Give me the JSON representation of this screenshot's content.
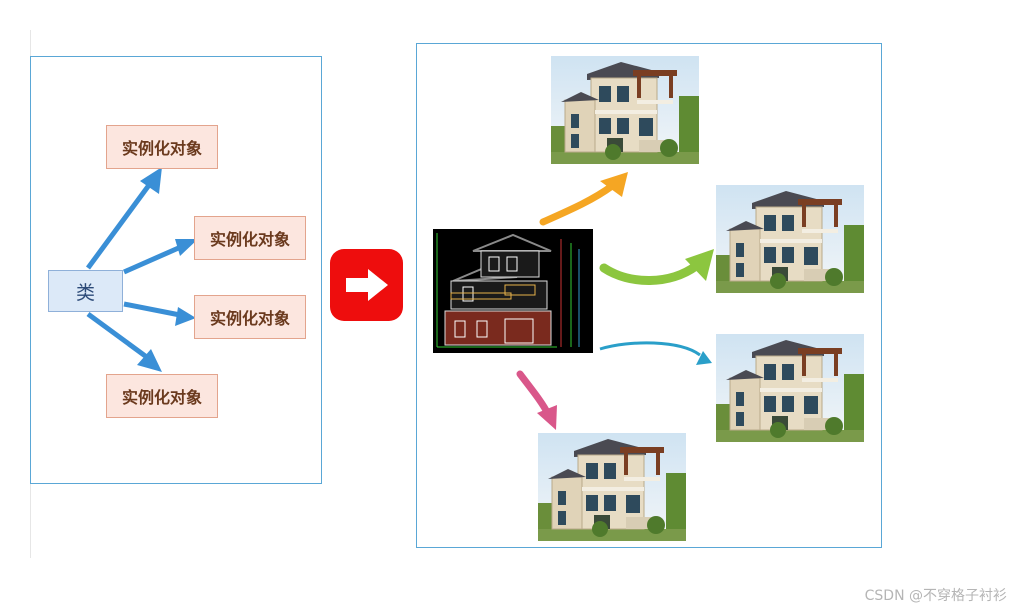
{
  "diagram": {
    "class_label": "类",
    "objects": [
      {
        "label": "实例化对象"
      },
      {
        "label": "实例化对象"
      },
      {
        "label": "实例化对象"
      },
      {
        "label": "实例化对象"
      }
    ],
    "transition_icon": "right-arrow-icon",
    "blueprint_image": "house-blueprint",
    "house_images": [
      "house-photo",
      "house-photo",
      "house-photo",
      "house-photo"
    ],
    "arrow_colors": {
      "left_arrows": "#3a8fd6",
      "to_top": "#f5a623",
      "to_right_upper": "#8cc63f",
      "to_right_lower": "#2a9fc9",
      "to_bottom": "#d9578a",
      "transition_button": "#ee0d0d"
    }
  },
  "footer": {
    "watermark": "CSDN @不穿格子衬衫"
  }
}
